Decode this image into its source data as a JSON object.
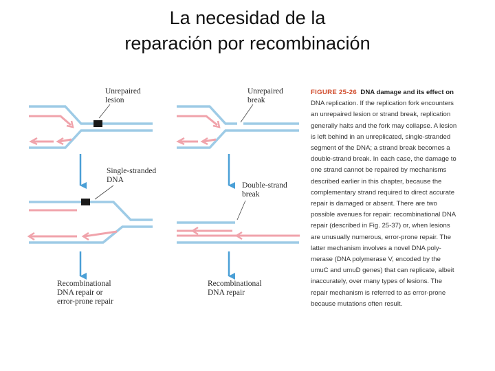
{
  "slide": {
    "title_line1": "La necesidad de la",
    "title_line2": "reparación por recombinación"
  },
  "diagram": {
    "left": {
      "label_top": [
        "Unrepaired",
        "lesion"
      ],
      "label_middle": [
        "Single-stranded",
        "DNA"
      ],
      "label_bottom": [
        "Recombinational",
        "DNA repair or",
        "error-prone repair"
      ]
    },
    "right": {
      "label_top": [
        "Unrepaired",
        "break"
      ],
      "label_middle": [
        "Double-strand",
        "break"
      ],
      "label_bottom": [
        "Recombinational",
        "DNA repair"
      ]
    },
    "colors": {
      "template_strand": "#9ecbe6",
      "new_strand": "#f0a3ab",
      "arrow": "#4a9fd6",
      "lesion": "#1a1a1a"
    }
  },
  "caption": {
    "figure_number": "FIGURE 25-26",
    "lead_line": "DNA damage and its effect on",
    "lines": [
      "DNA replication. If the replication fork encounters",
      "an unrepaired lesion or strand break, replication",
      "generally halts and the fork may collapse. A lesion",
      "is left behind in an unreplicated, single-stranded",
      "segment of the DNA; a strand break becomes a",
      "double-strand break. In each case, the damage to",
      "one strand cannot be repaired by mechanisms",
      "described earlier in this chapter, because the",
      "complementary strand required to direct accurate",
      "repair is damaged or absent. There are two",
      "possible avenues for repair: recombinational DNA",
      "repair (described in Fig. 25-37) or, when lesions",
      "are unusually numerous, error-prone repair. The",
      "latter mechanism involves a novel DNA poly-",
      "merase (DNA polymerase V, encoded by the",
      "umuC and umuD genes) that can replicate, albeit",
      "inaccurately, over many types of lesions. The",
      "repair mechanism is referred to as error-prone",
      "because mutations often result."
    ]
  }
}
